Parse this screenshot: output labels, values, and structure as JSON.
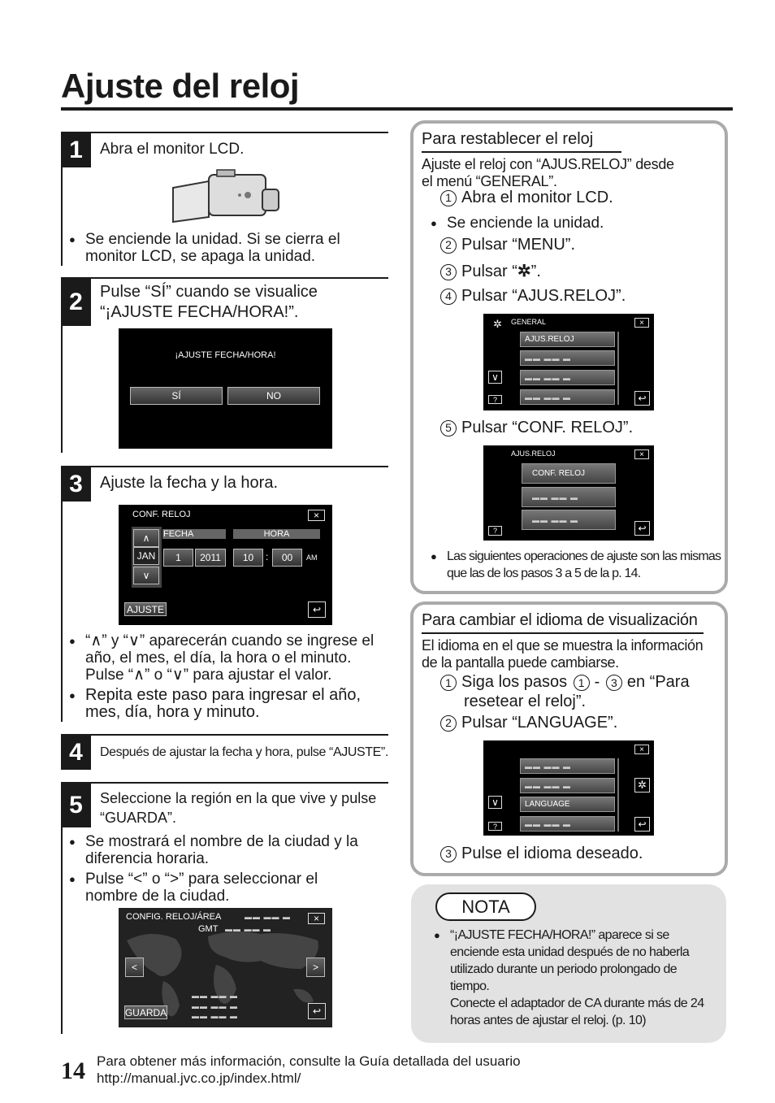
{
  "title": "Ajuste del reloj",
  "steps": {
    "s1": {
      "num": "1",
      "text": "Abra el monitor LCD.",
      "bullet_l1": "Se enciende la unidad. Si se cierra el",
      "bullet_l2": "monitor LCD, se apaga la unidad."
    },
    "s2": {
      "num": "2",
      "text_l1": "Pulse “SÍ” cuando se visualice",
      "text_l2": "“¡AJUSTE FECHA/HORA!”.",
      "screen_title": "¡AJUSTE FECHA/HORA!",
      "yes": "SÍ",
      "no": "NO"
    },
    "s3": {
      "num": "3",
      "text": "Ajuste la fecha y la hora.",
      "screen_title": "CONF. RELOJ",
      "fecha": "FECHA",
      "hora": "HORA",
      "month": "JAN",
      "day": "1",
      "year": "2011",
      "hour": "10",
      "colon": ":",
      "minute": "00",
      "ampm": "AM",
      "ajuste": "AJUSTE",
      "b1_l1": "“∧” y “∨” aparecerán cuando se ingrese el",
      "b1_l2": "año, el mes, el día, la hora o el minuto.",
      "b1_l3": "Pulse “∧” o “∨” para ajustar el valor.",
      "b2_l1": "Repita este paso para ingresar el año,",
      "b2_l2": "mes, día, hora y minuto."
    },
    "s4": {
      "num": "4",
      "text": "Después de ajustar la fecha y hora, pulse “AJUSTE”."
    },
    "s5": {
      "num": "5",
      "text_l1": "Seleccione la región en la que vive y pulse",
      "text_l2": "“GUARDA”.",
      "b1_l1": "Se mostrará el nombre de la ciudad y la",
      "b1_l2": "diferencia horaria.",
      "b2_l1": "Pulse “<” o “>” para seleccionar el",
      "b2_l2": "nombre de la ciudad.",
      "screen_title": "CONFIG. RELOJ/ÁREA",
      "gmt": "GMT",
      "guarda": "GUARDA"
    }
  },
  "reset": {
    "title": "Para restablecer el reloj",
    "intro_l1": "Ajuste el reloj con “AJUS.RELOJ” desde",
    "intro_l2": "el menú “GENERAL”.",
    "i1": "Abra el monitor LCD.",
    "bullet": "Se enciende la unidad.",
    "i2": "Pulsar “MENU”.",
    "i3a": "Pulsar “",
    "i3b": "”.",
    "i4": "Pulsar “AJUS.RELOJ”.",
    "screen1_title": "GENERAL",
    "screen1_item": "AJUS.RELOJ",
    "i5": "Pulsar “CONF. RELOJ”.",
    "screen2_title": "AJUS.RELOJ",
    "screen2_item": "CONF. RELOJ",
    "note_l1": "Las siguientes operaciones de ajuste son las mismas",
    "note_l2": "que las de los pasos 3 a 5 de la p. 14."
  },
  "lang": {
    "title": "Para cambiar el idioma de visualización",
    "intro_l1": "El idioma en el que se muestra la información",
    "intro_l2": "de la pantalla puede cambiarse.",
    "i1a": "Siga los pasos",
    "i1b": "en “Para",
    "i1c": "resetear el reloj”.",
    "i2": "Pulsar “LANGUAGE”.",
    "screen_item": "LANGUAGE",
    "i3": "Pulse el idioma deseado."
  },
  "nota": {
    "label": "NOTA",
    "l1": "“¡AJUSTE FECHA/HORA!” aparece si se",
    "l2": "enciende esta unidad después de no haberla",
    "l3": "utilizado durante un periodo prolongado de",
    "l4": "tiempo.",
    "l5": "Conecte el adaptador de CA durante más de 24",
    "l6": "horas antes de ajustar el reloj. (p. 10)"
  },
  "footer": {
    "page": "14",
    "l1": "Para obtener más información, consulte la Guía detallada del usuario",
    "l2": "http://manual.jvc.co.jp/index.html/"
  },
  "nums": {
    "n1": "1",
    "n2": "2",
    "n3": "3",
    "n4": "4",
    "n5": "5",
    "dash": "-"
  },
  "icons": {
    "close": "×",
    "back": "↩",
    "up": "∧",
    "down": "∨",
    "help": "?",
    "left": "<",
    "right": ">",
    "gear": "✲",
    "blur": "▬▬ ▬▬ ▬"
  }
}
